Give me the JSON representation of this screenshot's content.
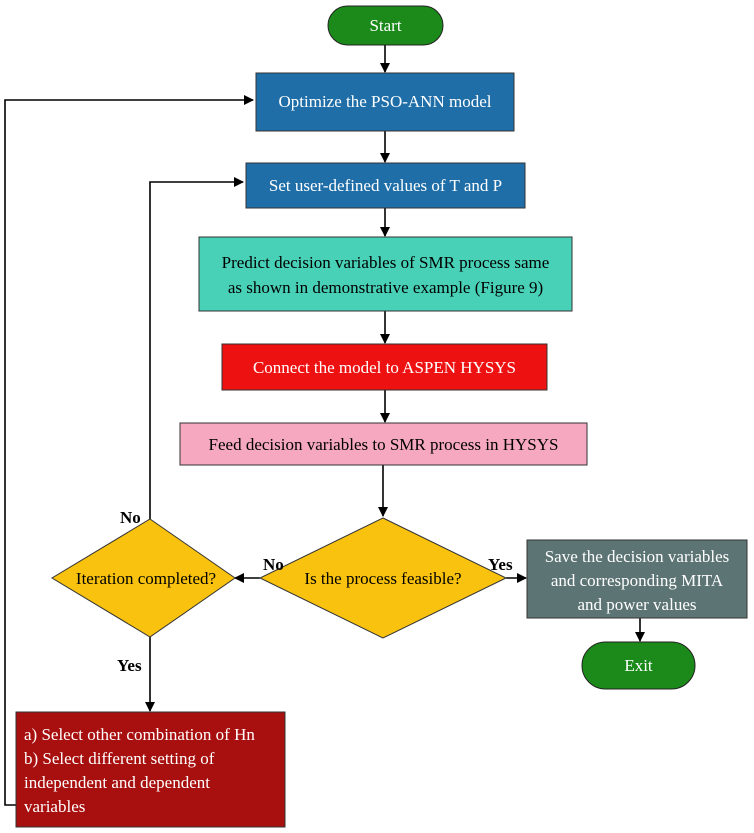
{
  "colors": {
    "terminal": "#1b8a1b",
    "process_blue": "#1f6ea7",
    "predict": "#48d1b7",
    "connect": "#ee1111",
    "feed": "#f5a8c0",
    "decision": "#f8c20f",
    "save": "#5d7474",
    "hn": "#a80f0f"
  },
  "nodes": {
    "start": "Start",
    "optimize": "Optimize the PSO-ANN model",
    "set_values": "Set user-defined values of T and P",
    "predict": [
      "Predict decision variables of SMR process same",
      "as shown in demonstrative example (Figure 9)"
    ],
    "connect": "Connect the model to ASPEN HYSYS",
    "feed": "Feed decision variables to SMR process in HYSYS",
    "feasible": "Is the process feasible?",
    "iteration": "Iteration completed?",
    "save": [
      "Save the decision variables",
      "and corresponding MITA",
      "and power values"
    ],
    "exit": "Exit",
    "select": [
      "a) Select other combination of Hn",
      "b) Select different setting of",
      "independent and dependent",
      "variables"
    ]
  },
  "edge_labels": {
    "feasible_no": "No",
    "feasible_yes": "Yes",
    "iteration_no": "No",
    "iteration_yes": "Yes"
  }
}
